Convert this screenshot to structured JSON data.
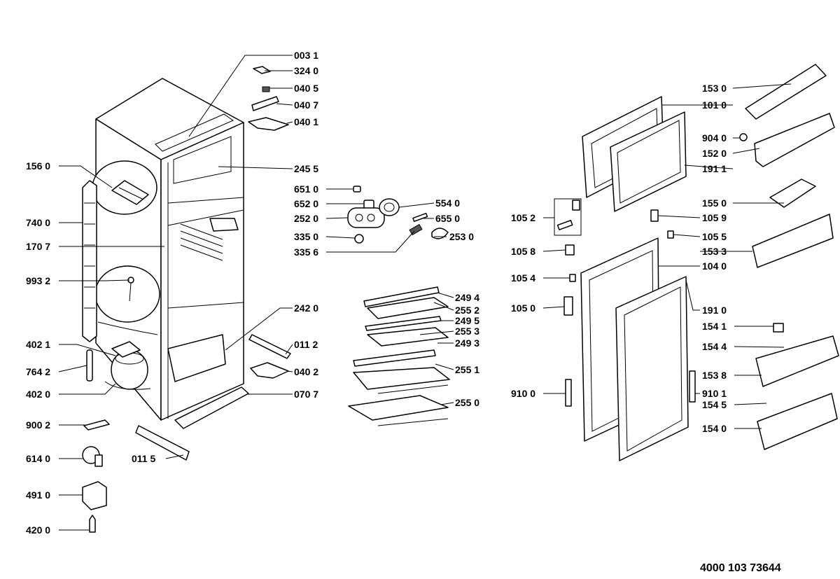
{
  "document_number": "4000 103 73644",
  "labels": {
    "p0031": "003 1",
    "p3240": "324 0",
    "p0405": "040 5",
    "p0407": "040 7",
    "p0401": "040 1",
    "p2455": "245 5",
    "p6510": "651 0",
    "p6520": "652 0",
    "p2520": "252 0",
    "p3350": "335 0",
    "p3356": "335 6",
    "p5540": "554 0",
    "p6550": "655 0",
    "p2530": "253 0",
    "p1560": "156 0",
    "p7400": "740 0",
    "p1707": "170 7",
    "p9932": "993 2",
    "p2420": "242 0",
    "p4021": "402 1",
    "p7642": "764 2",
    "p4020": "402 0",
    "p0112": "011 2",
    "p0402": "040 2",
    "p0707": "070 7",
    "p9002": "900 2",
    "p0115": "011 5",
    "p6140": "614 0",
    "p4910": "491 0",
    "p4200": "420 0",
    "p2494": "249 4",
    "p2552": "255 2",
    "p2495": "249 5",
    "p2553": "255 3",
    "p2493": "249 3",
    "p2551": "255 1",
    "p2550": "255 0",
    "p1530": "153 0",
    "p1010": "101 0",
    "p9040": "904 0",
    "p1520": "152 0",
    "p1911": "191 1",
    "p1550": "155 0",
    "p1052": "105 2",
    "p1059": "105 9",
    "p1055": "105 5",
    "p1058": "105 8",
    "p1533": "153 3",
    "p1040": "104 0",
    "p1054": "105 4",
    "p1050": "105 0",
    "p1910": "191 0",
    "p1541": "154 1",
    "p1544": "154 4",
    "p1538": "153 8",
    "p9100": "910 0",
    "p9101": "910 1",
    "p1545": "154 5",
    "p1540": "154 0"
  }
}
